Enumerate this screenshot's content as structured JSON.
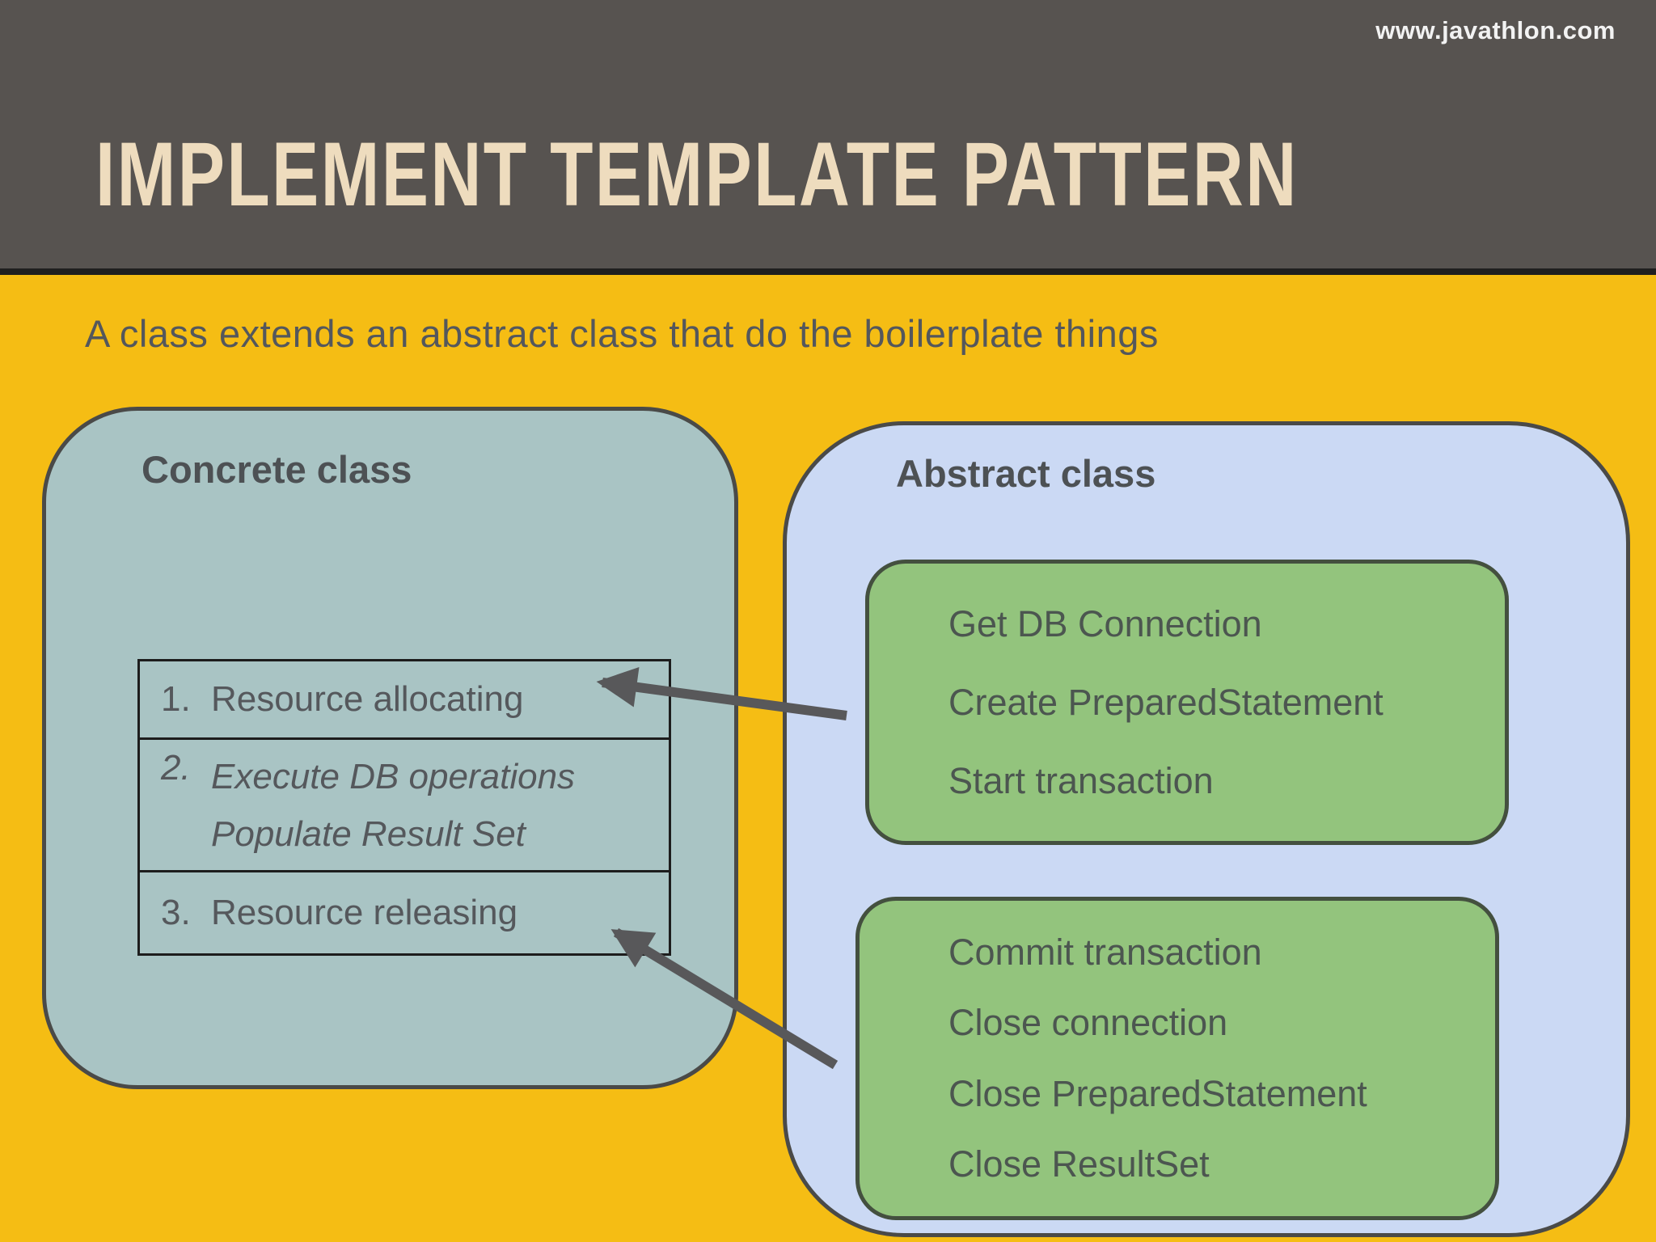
{
  "header": {
    "url": "www.javathlon.com",
    "title": "IMPLEMENT TEMPLATE PATTERN"
  },
  "subtitle": "A class extends an abstract class that do the boilerplate things",
  "concrete": {
    "label": "Concrete class",
    "steps": [
      {
        "number": "1.",
        "line1": "Resource allocating"
      },
      {
        "number": "2.",
        "line1": "Execute DB operations",
        "line2": "Populate Result Set"
      },
      {
        "number": "3.",
        "line1": "Resource releasing"
      }
    ]
  },
  "abstract": {
    "label": "Abstract class",
    "box1": {
      "items": [
        "Get DB Connection",
        "Create PreparedStatement",
        "Start transaction"
      ]
    },
    "box2": {
      "items": [
        "Commit transaction",
        "Close connection",
        "Close PreparedStatement",
        "Close ResultSet"
      ]
    }
  },
  "colors": {
    "yellow": "#f5bd14",
    "header_bg": "#575350",
    "header_line": "#1f1f1f",
    "title_color": "#eedcbe",
    "url_color": "#f2f2f2",
    "subtitle_color": "#54575c",
    "teal": "#a9c4c4",
    "blue": "#cbd9f4",
    "green": "#93c47d",
    "green_border": "#44503f",
    "green_text": "#4c5650",
    "box_border": "#4a4a48",
    "table_border": "#1d1d1d",
    "label_color": "#4d5154",
    "body_text": "#55585c",
    "arrow_color": "#58585a"
  }
}
